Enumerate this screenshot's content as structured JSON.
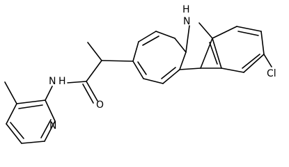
{
  "molecule": {
    "atom_labels": {
      "indole_nh": "H",
      "indole_n": "N",
      "chlorine": "Cl",
      "amide_nh": "H",
      "amide_n": "N",
      "carbonyl_o": "O",
      "pyridine_n": "N"
    },
    "colors": {
      "bond": "#000000",
      "text": "#000000",
      "background": "#ffffff"
    }
  }
}
